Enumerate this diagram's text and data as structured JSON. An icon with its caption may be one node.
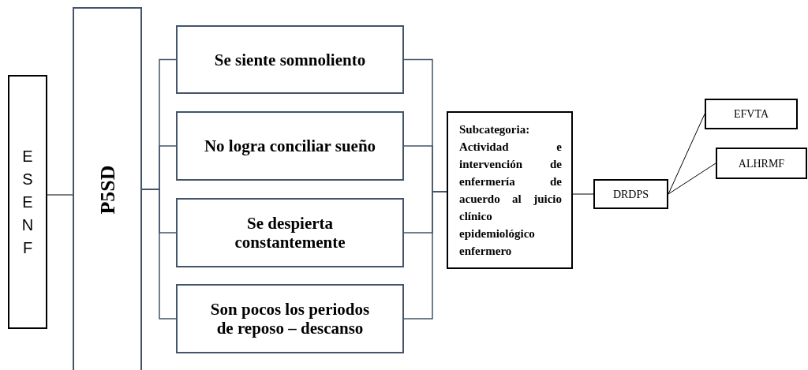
{
  "diagram": {
    "nodes": [
      {
        "text": [
          "ESENF"
        ]
      },
      {
        "text": [
          "P5SD"
        ]
      },
      {
        "text": [
          "Se siente somnoliento"
        ]
      },
      {
        "text": [
          "No logra conciliar sueño"
        ]
      },
      {
        "text": [
          "Se despierta constantemente"
        ]
      },
      {
        "text": [
          "Son pocos los periodos de reposo – descanso"
        ]
      },
      {
        "text": [
          "Subcategoria: Actividad e intervención de enfermería de acuerdo al juicio clínico epidemiológico enfermero"
        ]
      },
      {
        "text": [
          "DRDPS"
        ]
      },
      {
        "text": [
          "EFVTA"
        ]
      },
      {
        "text": [
          "ALHRMF"
        ]
      }
    ],
    "edges": [
      {
        "from": 0,
        "to": 1,
        "arrow": "none",
        "color": "#000000"
      },
      {
        "from": 1,
        "to": 2,
        "arrow": "none"
      },
      {
        "from": 1,
        "to": 3,
        "arrow": "none"
      },
      {
        "from": 1,
        "to": 4,
        "arrow": "none"
      },
      {
        "from": 1,
        "to": 5,
        "arrow": "none"
      },
      {
        "from": 2,
        "to": 6,
        "arrow": "none"
      },
      {
        "from": 3,
        "to": 6,
        "arrow": "none"
      },
      {
        "from": 4,
        "to": 6,
        "arrow": "none"
      },
      {
        "from": 5,
        "to": 6,
        "arrow": "none"
      },
      {
        "from": 6,
        "to": 7,
        "arrow": "none",
        "color": "#000000"
      },
      {
        "from": 7,
        "to": 8,
        "arrow": "none",
        "color": "#000000"
      },
      {
        "from": 7,
        "to": 9,
        "arrow": "none",
        "color": "#000000"
      }
    ]
  }
}
